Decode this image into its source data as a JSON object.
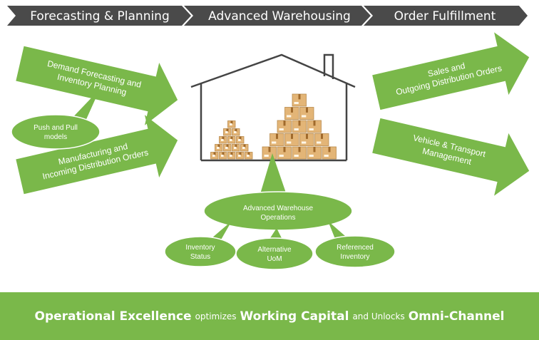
{
  "colors": {
    "green": "#7ab84a",
    "banner": "#4a4a4a",
    "house": "#444444",
    "box": "#e3b577"
  },
  "banner": {
    "stages": [
      "Forecasting & Planning",
      "Advanced Warehousing",
      "Order Fulfillment"
    ]
  },
  "left": {
    "arrow1": {
      "line1": "Demand Forecasting and",
      "line2": "Inventory Planning"
    },
    "arrow2": {
      "line1": "Manufacturing and",
      "line2": "Incoming Distribution Orders"
    },
    "bubble": {
      "line1": "Push and Pull",
      "line2": "models"
    }
  },
  "right": {
    "arrow1": {
      "line1": "Sales and",
      "line2": "Outgoing Distribution Orders"
    },
    "arrow2": {
      "line1": "Vehicle & Transport",
      "line2": "Management"
    }
  },
  "warehouse": {
    "ops": {
      "line1": "Advanced Warehouse",
      "line2": "Operations"
    },
    "bubbles": [
      {
        "line1": "Inventory",
        "line2": "Status"
      },
      {
        "line1": "Alternative",
        "line2": "UoM"
      },
      {
        "line1": "Referenced",
        "line2": "Inventory"
      }
    ]
  },
  "footer": {
    "part1": "Operational Excellence",
    "part2": "optimizes",
    "part3": "Working Capital",
    "part4": "and Unlocks",
    "part5": "Omni-Channel"
  }
}
